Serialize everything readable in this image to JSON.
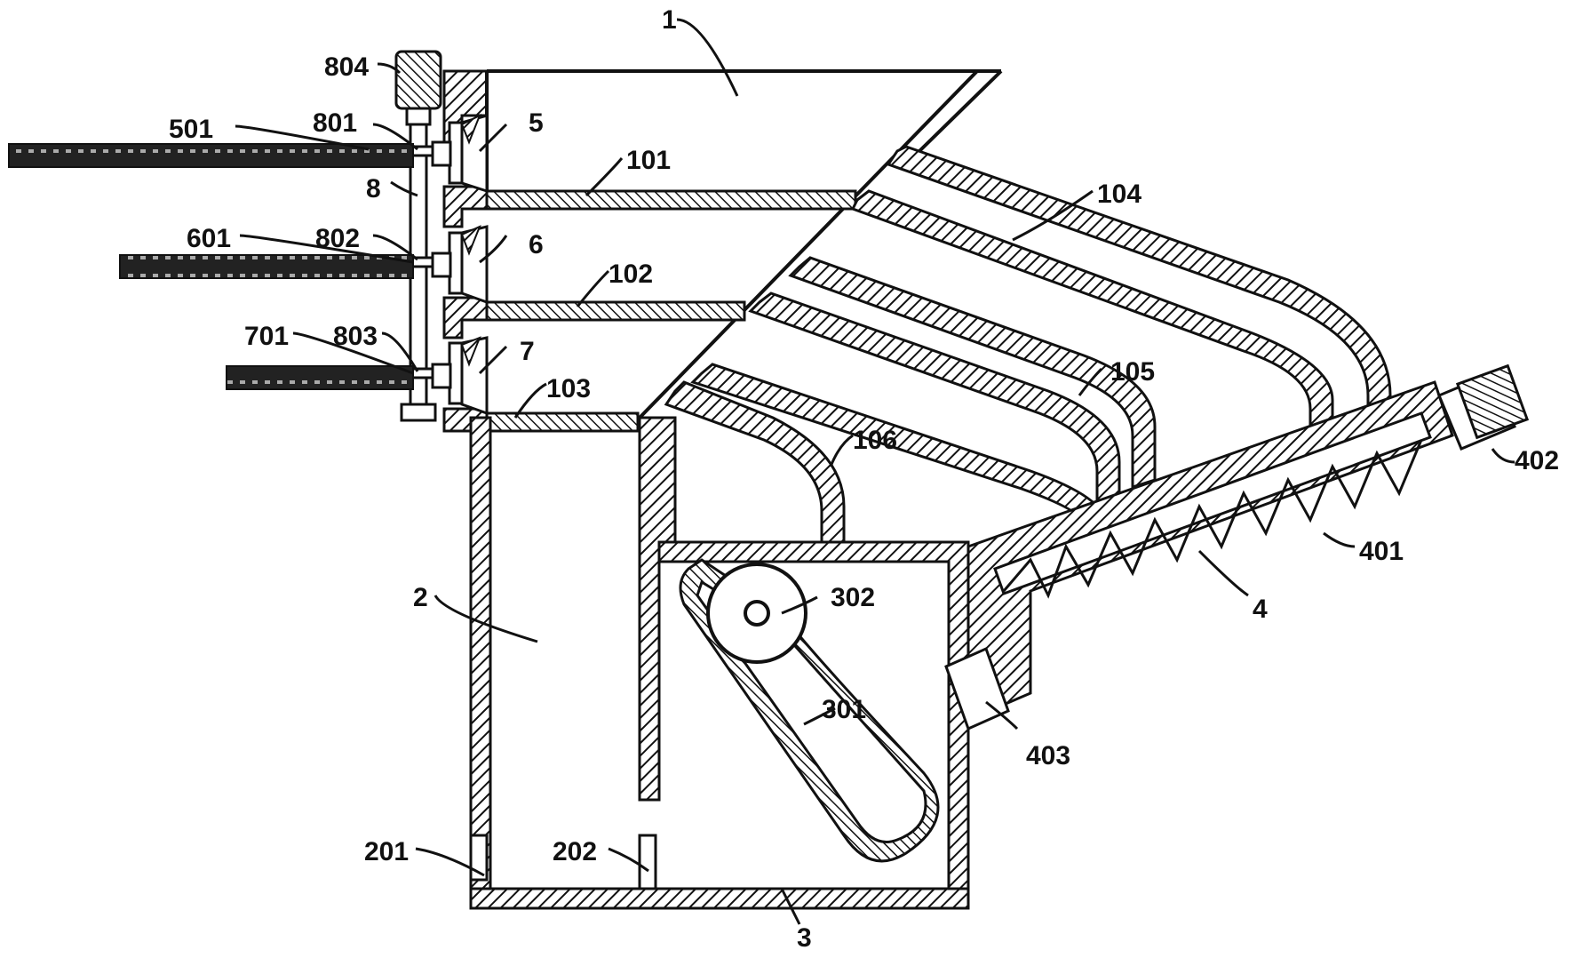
{
  "labels": {
    "l1": "1",
    "l2": "2",
    "l3": "3",
    "l4": "4",
    "l5": "5",
    "l6": "6",
    "l7": "7",
    "l8": "8",
    "l101": "101",
    "l102": "102",
    "l103": "103",
    "l104": "104",
    "l105": "105",
    "l106": "106",
    "l201": "201",
    "l202": "202",
    "l301": "301",
    "l302": "302",
    "l401": "401",
    "l402": "402",
    "l403": "403",
    "l501": "501",
    "l601": "601",
    "l701": "701",
    "l801": "801",
    "l802": "802",
    "l803": "803",
    "l804": "804"
  },
  "colors": {
    "line": "#111111",
    "background": "#ffffff"
  }
}
